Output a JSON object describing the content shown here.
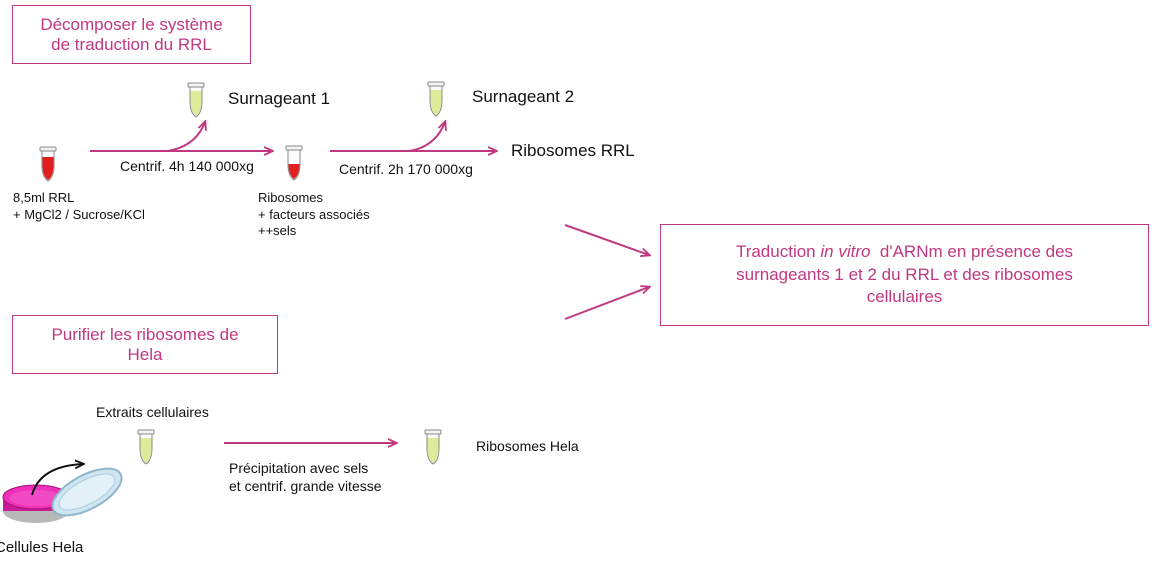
{
  "boxes": {
    "decompose": [
      "Décomposer le système",
      "de traduction du RRL"
    ],
    "purify": [
      "Purifier les ribosomes de",
      "Hela"
    ],
    "result": {
      "line1_before": "Traduction ",
      "line1_italic": "in vitro",
      "line1_after": "  d'ARNm en présence des",
      "line2": "surnageants 1 et 2 du RRL et des ribosomes",
      "line3": "cellulaires"
    }
  },
  "labels": {
    "surnageant1": "Surnageant 1",
    "surnageant2": "Surnageant 2",
    "ribosomes_rrl": "Ribosomes RRL",
    "centrif1": "Centrif. 4h 140 000xg",
    "centrif2": "Centrif. 2h 170 000xg",
    "start_lines": [
      "8,5ml RRL",
      "+ MgCl2 / Sucrose/KCl"
    ],
    "ribosomes_lines": [
      "Ribosomes",
      "+ facteurs associés",
      "++sels"
    ],
    "extraits": "Extraits cellulaires",
    "ribosomes_hela": "Ribosomes Hela",
    "precipitation": [
      "Précipitation avec sels",
      "et centrif. grande vitesse"
    ],
    "cellules": "Cellules Hela"
  },
  "colors": {
    "accent": "#c0387f",
    "tube_red": "#e02020",
    "tube_yellow": "#dfeb9a",
    "dish_pink": "#f030b8",
    "dish_blue": "#cfe6f2"
  }
}
